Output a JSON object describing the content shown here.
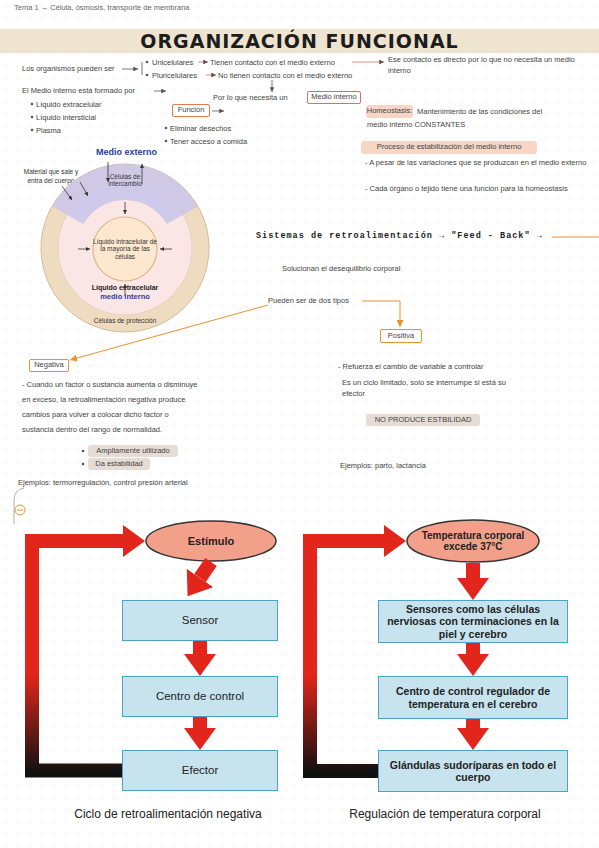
{
  "diagram": {
    "title": "ORGANIZACIÓN FUNCIONAL",
    "nodes": [
      {
        "text": [
          "Medio interno"
        ]
      },
      {
        "text": [
          "Función"
        ]
      },
      {
        "text": [
          "Homeostasis:"
        ]
      },
      {
        "text": [
          "Proceso de estabilización del medio interno"
        ]
      },
      {
        "text": [
          "Células de intercambio",
          "Líquido extracelular",
          "medio interno",
          "Células de protección"
        ]
      },
      {
        "text": [
          "Líquido intracelular de la mayoría de las células"
        ],
        "in": 4
      },
      {
        "text": [
          "Positiva"
        ]
      },
      {
        "text": [
          "Negativa"
        ]
      },
      {
        "text": [
          "NO PRODUCE ESTBILIDAD"
        ]
      },
      {
        "text": [
          "Ampliamente utilizado"
        ]
      },
      {
        "text": [
          "Da estabilidad"
        ]
      },
      {
        "text": [
          "Estímulo"
        ]
      },
      {
        "text": [
          "Sensor"
        ]
      },
      {
        "text": [
          "Centro de control"
        ]
      },
      {
        "text": [
          "Efector"
        ]
      },
      {
        "text": [
          "Temperatura corporal excede 37°C"
        ]
      },
      {
        "text": [
          "Sensores como las células nerviosas con terminaciones en la piel y cerebro"
        ]
      },
      {
        "text": [
          "Centro de control regulador de temperatura en el cerebro"
        ]
      },
      {
        "text": [
          "Glándulas sudoríparas en todo el cuerpo"
        ]
      }
    ],
    "edges": [
      {
        "from": 11,
        "to": 12,
        "arrow": "to"
      },
      {
        "from": 12,
        "to": 13,
        "arrow": "to"
      },
      {
        "from": 13,
        "to": 14,
        "arrow": "to"
      },
      {
        "from": 14,
        "to": 11,
        "arrow": "to"
      },
      {
        "from": 15,
        "to": 16,
        "arrow": "to"
      },
      {
        "from": 16,
        "to": 17,
        "arrow": "to"
      },
      {
        "from": 17,
        "to": 18,
        "arrow": "to"
      },
      {
        "from": 18,
        "to": 15,
        "arrow": "to"
      }
    ],
    "labels": [
      "Tema 1 → Célula, ósmosis, transporte de membrana",
      "Los organismos pueden ser",
      "Unicelulares",
      "Tienen contacto con el medio externo",
      "Ese contacto es directo por lo que no necesita un medio interno",
      "Pluricelulares",
      "No tienen contacto con el medio externo",
      "Por lo que necesita un",
      "El Medio interno está formado por",
      "Líquido extracelular",
      "Líquido intersticial",
      "Plasma",
      "Eliminar desechos",
      "Tener acceso a comida",
      "Mantenimiento de las condiciones del medio interno CONSTANTES",
      "- A pesar de las variaciones que se produzcan en el medio externo",
      "- Cada órgano o tejido tiene una función para la homeostasis",
      "Medio externo",
      "Material que sale y entra del cuerpo",
      "Sistemas de retroalimentación → \"Feed - Back\" →",
      "Solucionan el desequilibrio corporal",
      "Pueden ser de dos tipos",
      "- Refuerza el cambio de variable a controlar",
      "Es un ciclo limitado, solo se interrumpe si está su efector",
      "- Cuando un factor o sustancia aumenta o disminuye en exceso, la retroalimentación negativa produce cambios para volver a colocar dicho factor o sustancia dentro del rango de normalidad.",
      "Ejemplos: parto, lactancia",
      "Ejemplos: termorregulación, control presión arterial",
      "Ciclo de retroalimentación negativa",
      "Regulación de temperatura corporal"
    ]
  }
}
